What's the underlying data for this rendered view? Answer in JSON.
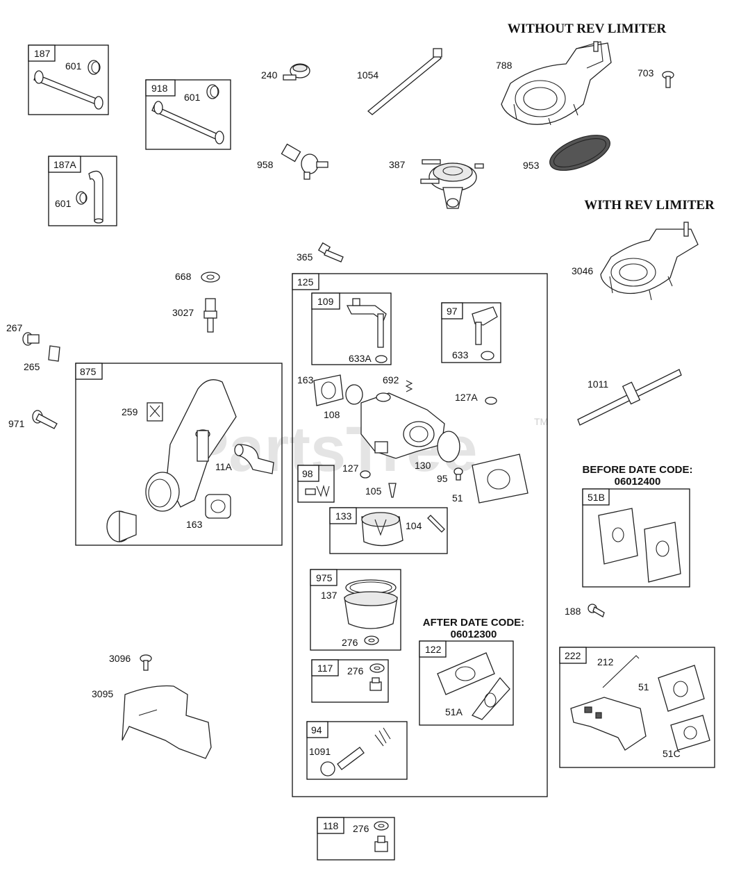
{
  "headings": {
    "without_rev_limiter": "WITHOUT REV LIMITER",
    "with_rev_limiter": "WITH REV LIMITER",
    "before_date_code_line1": "BEFORE DATE CODE:",
    "before_date_code_line2": "06012400",
    "after_date_code_line1": "AFTER DATE CODE:",
    "after_date_code_line2": "06012300"
  },
  "watermark": {
    "text": "PartsTree",
    "tm": "TM"
  },
  "boxes": {
    "b187": "187",
    "b918": "918",
    "b187A": "187A",
    "b875": "875",
    "b125": "125",
    "b109": "109",
    "b97": "97",
    "b98": "98",
    "b133": "133",
    "b975": "975",
    "b117": "117",
    "b94": "94",
    "b118": "118",
    "b122": "122",
    "b51B": "51B",
    "b222": "222"
  },
  "labels": {
    "l601a": "601",
    "l601b": "601",
    "l601c": "601",
    "l240": "240",
    "l1054": "1054",
    "l788": "788",
    "l703": "703",
    "l958": "958",
    "l387": "387",
    "l953": "953",
    "l3046": "3046",
    "l365": "365",
    "l668": "668",
    "l3027": "3027",
    "l267": "267",
    "l265": "265",
    "l971": "971",
    "l259": "259",
    "l11A": "11A",
    "l163a": "163",
    "l633A": "633A",
    "l633": "633",
    "l163b": "163",
    "l692": "692",
    "l108": "108",
    "l127A": "127A",
    "l127": "127",
    "l130": "130",
    "l95": "95",
    "l105": "105",
    "l51a": "51",
    "l104": "104",
    "l137": "137",
    "l276a": "276",
    "l276b": "276",
    "l276c": "276",
    "l1091": "1091",
    "l51A": "51A",
    "l1011": "1011",
    "l188": "188",
    "l212": "212",
    "l51b": "51",
    "l51C": "51C",
    "l3096": "3096",
    "l3095": "3095"
  },
  "colors": {
    "line": "#111111",
    "watermark": "#cfcfcf",
    "background": "#ffffff"
  }
}
